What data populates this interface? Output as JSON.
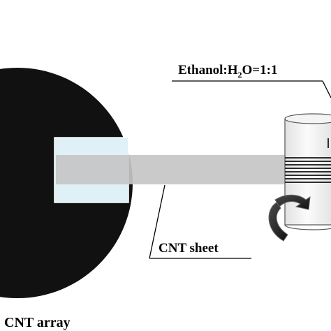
{
  "labels": {
    "solvent": "Ethanol:H",
    "solvent_sub": "2",
    "solvent_rest": "O=1:1",
    "sheet": "CNT sheet",
    "array": "CNT array"
  },
  "colors": {
    "array": "#111111",
    "substrate": "#dff1f7",
    "sheet": "#c6c6c6",
    "cylinder": "#f4f4f4",
    "windings": "#111111",
    "arrow": "#2b2b2b"
  }
}
